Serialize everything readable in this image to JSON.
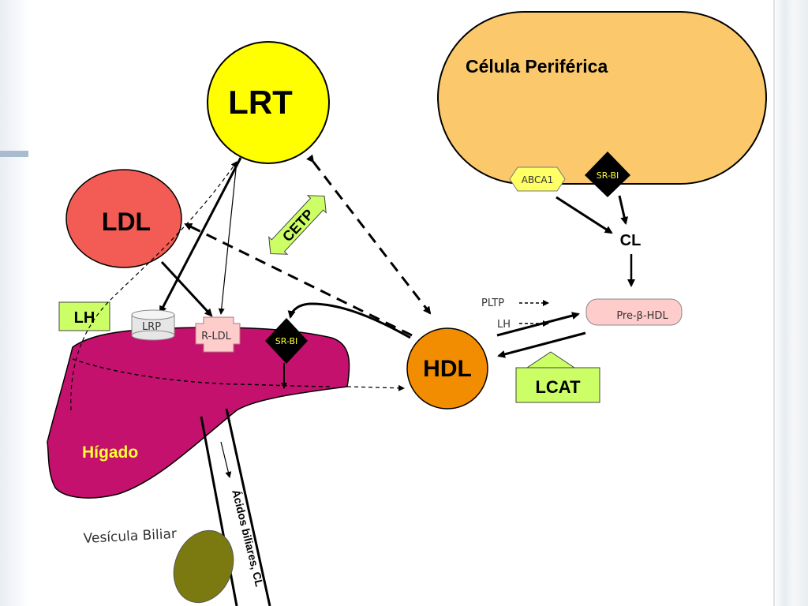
{
  "nodes": {
    "lrt": "LRT",
    "ldl": "LDL",
    "hdl": "HDL",
    "peripheral_cell": "Célula Periférica",
    "liver": "Hígado",
    "gallbladder": "Vesícula Biliar",
    "bile_duct": "Ácidos biliares, CL"
  },
  "labels": {
    "cetp": "CETP",
    "lh_box": "LH",
    "lrp": "LRP",
    "r_ldl": "R-LDL",
    "sr_bi_liver": "SR-BI",
    "abca1": "ABCA1",
    "sr_bi_cell": "SR-BI",
    "cl": "CL",
    "pltp": "PLTP",
    "lh_small": "LH",
    "pre_beta_hdl": "Pre-β-HDL",
    "lcat": "LCAT"
  },
  "colors": {
    "lrt_fill": "#ffff00",
    "ldl_fill": "#f25c54",
    "hdl_fill": "#f28c00",
    "peripheral_fill": "#fbc96b",
    "liver_fill": "#c5116e",
    "liver_text": "#ffff33",
    "gallbladder_fill": "#7a7a10",
    "label_green": "#ccff66",
    "abca1_fill": "#ffff66",
    "sr_bi_fill": "#000000",
    "sr_bi_text": "#ffff33",
    "r_ldl_fill": "#ffcccc",
    "lrp_fill": "#e6e6e6",
    "pre_beta_fill": "#ffcccc"
  }
}
